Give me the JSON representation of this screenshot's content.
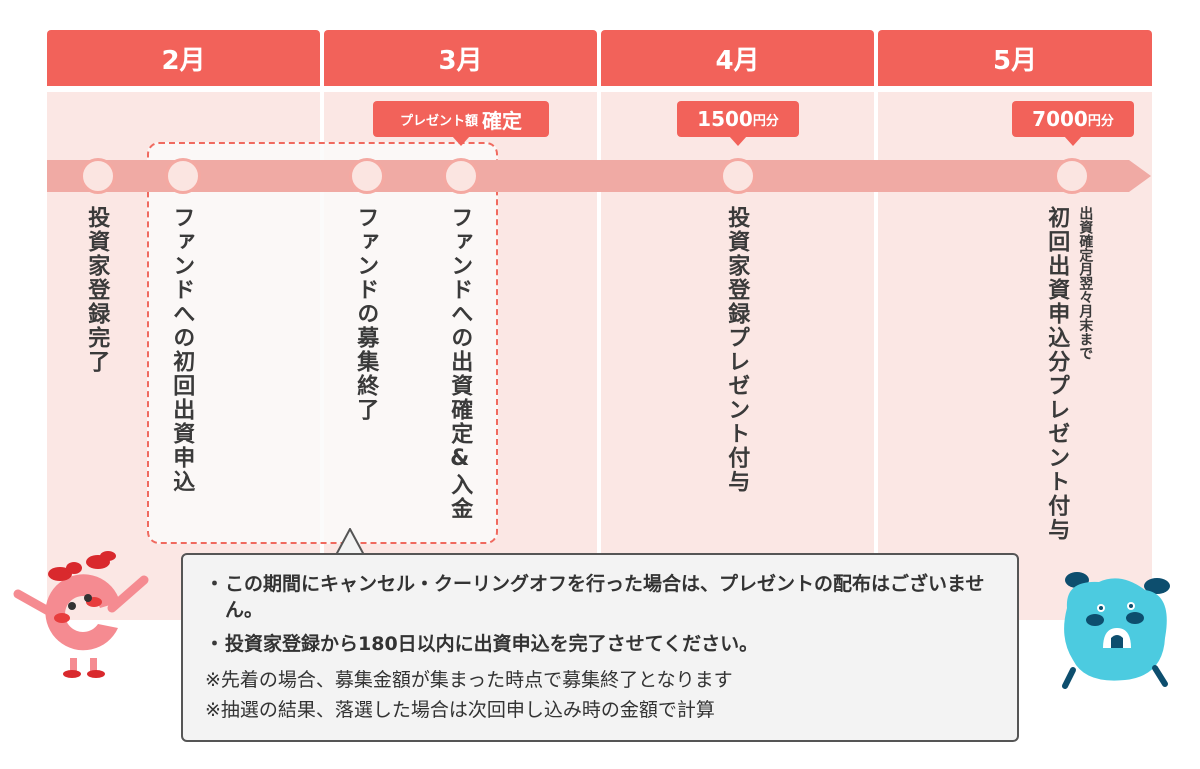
{
  "months": [
    "2月",
    "3月",
    "4月",
    "5月"
  ],
  "callouts": {
    "march": {
      "small": "プレゼント額",
      "big": "確定"
    },
    "april": {
      "big": "1500",
      "small": "円分"
    },
    "may": {
      "big": "7000",
      "small": "円分"
    }
  },
  "milestones": {
    "investor_registered": "投資家登録完了",
    "first_application": "ファンドへの初回出資申込",
    "recruitment_end": "ファンドの募集終了",
    "investment_confirmed": "ファンドへの出資確定&入金",
    "registration_present": "投資家登録プレゼント付与",
    "first_investment_present": "初回出資申込分プレゼント付与",
    "first_investment_note": "出資確定月翌々月末まで"
  },
  "notes": {
    "bullet1": "この期間にキャンセル・クーリングオフを行った場合は、プレゼントの配布はございません。",
    "bullet2": "投資家登録から180日以内に出資申込を完了させてください。",
    "ref1": "※先着の場合、募集金額が集まった時点で募集終了となります",
    "ref2": "※抽選の結果、落選した場合は次回申し込み時の金額で計算"
  },
  "colors": {
    "accent": "#f2625a",
    "column_bg": "#fbe7e4",
    "timeline": "#f0aaa4",
    "mascot_pink": "#f58b91",
    "mascot_blue": "#4ccbe0"
  }
}
